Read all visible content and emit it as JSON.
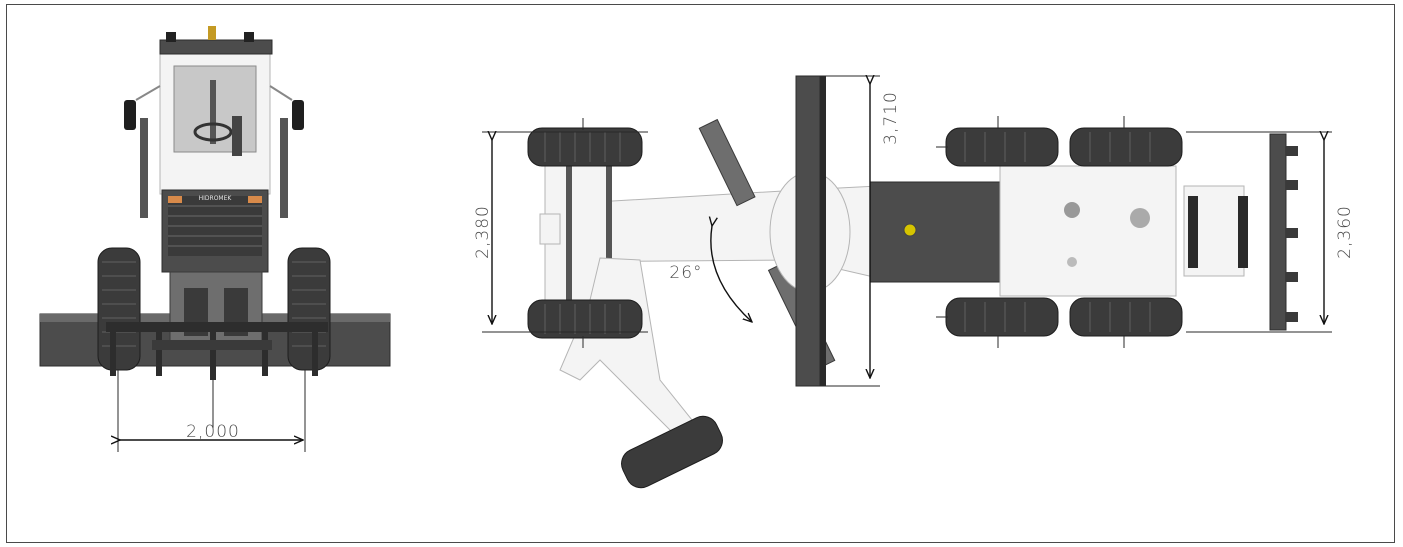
{
  "front_view": {
    "brand": "HIDROMEK",
    "track_width": "2,000"
  },
  "top_view": {
    "front_axle_width": "2,380",
    "blade_width": "3,710",
    "steer_angle": "26°",
    "rear_width": "2,360"
  }
}
